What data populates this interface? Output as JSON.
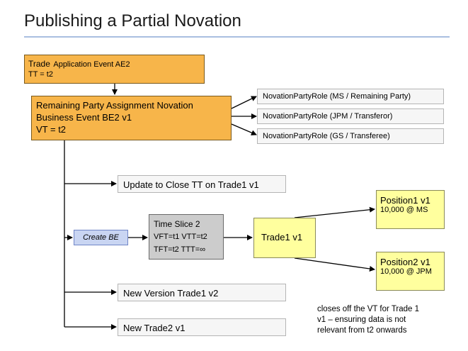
{
  "title": "Publishing a Partial Novation",
  "nodes": {
    "trade_event": {
      "line1_a": "Trade",
      "line1_b": "Application Event AE2",
      "line2": "TT = t2"
    },
    "business_event": {
      "line1": "Remaining Party Assignment Novation",
      "line2": "Business Event BE2 v1",
      "line3": "VT = t2"
    },
    "roles": [
      "NovationPartyRole (MS / Remaining Party)",
      "NovationPartyRole (JPM / Transferor)",
      "NovationPartyRole (GS / Transferee)"
    ],
    "update_close": "Update to Close TT on Trade1 v1",
    "create_be": "Create BE",
    "time_slice": {
      "line1": "Time Slice 2",
      "line2": "VFT=t1 VTT=t2",
      "line3": "TFT=t2 TTT=∞"
    },
    "trade1": "Trade1 v1",
    "position1": {
      "title": "Position1 v1",
      "detail": "10,000 @ MS"
    },
    "position2": {
      "title": "Position2 v1",
      "detail": "10,000 @ JPM"
    },
    "new_version": "New Version Trade1 v2",
    "new_trade": "New Trade2 v1"
  },
  "note": {
    "line1": "closes off the VT for Trade 1",
    "line2": "v1 – ensuring data is not",
    "line3": "relevant from t2 onwards"
  },
  "colors": {
    "orange": "#f7b54a",
    "yellow": "#ffff9e",
    "grey": "#cccccc",
    "blue": "#c9d5f2",
    "rule": "#a9bfe0"
  }
}
